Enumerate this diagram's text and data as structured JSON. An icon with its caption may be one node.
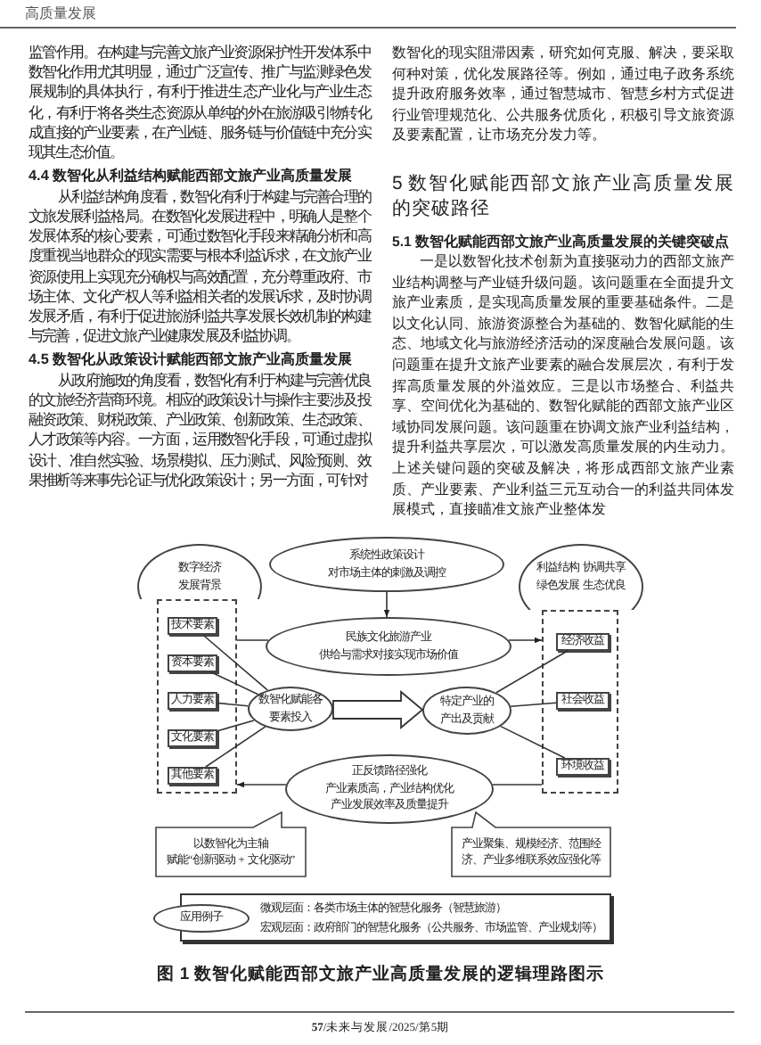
{
  "diagram": {
    "caption": "图 1 数智化赋能西部文旅产业高质量发展的逻辑理路图示",
    "nodes": [
      {
        "text": [
          "数字经济发展背景"
        ]
      },
      {
        "text": [],
        "shape": "box"
      },
      {
        "text": [
          "技术要素"
        ],
        "in": 1
      },
      {
        "text": [
          "资本要素"
        ],
        "in": 1
      },
      {
        "text": [
          "人力要素"
        ],
        "in": 1
      },
      {
        "text": [
          "文化要素"
        ],
        "in": 1
      },
      {
        "text": [
          "其他要素"
        ],
        "in": 1
      },
      {
        "text": [
          "系统性政策设计",
          "对市场主体的刺激及调控"
        ]
      },
      {
        "text": [
          "民族文化旅游产业",
          "供给与需求对接实现市场价值"
        ]
      },
      {
        "text": [
          "数智化赋能各要素投入"
        ]
      },
      {
        "text": [
          "特定产业的产出及贡献"
        ]
      },
      {
        "text": [
          "正反馈路径强化",
          "产业素质高，产业结构优化",
          "产业发展效率及质量提升"
        ]
      },
      {
        "text": [
          "利益结构 协调共享",
          "绿色发展 生态优良"
        ]
      },
      {
        "text": [],
        "shape": "box"
      },
      {
        "text": [
          "经济收益"
        ],
        "in": 13
      },
      {
        "text": [
          "社会收益"
        ],
        "in": 13
      },
      {
        "text": [
          "环境收益"
        ],
        "in": 13
      },
      {
        "text": [
          "以数智化为主轴",
          "赋能“创新驱动 + 文化驱动”"
        ]
      },
      {
        "text": [
          "产业聚集、规模经济、范围经济、产业多维联系效应强化等"
        ]
      },
      {
        "text": [
          "微观层面：各类市场主体的智慧化服务（智慧旅游）",
          "宏观层面：政府部门的智慧化服务（公共服务、市场监管、产业规划等）"
        ]
      },
      {
        "text": [
          "应用例子"
        ]
      }
    ],
    "edges": [
      {
        "from": 7,
        "to": 8,
        "arrow": "to"
      },
      {
        "from": 1,
        "to": 8,
        "arrow": "none"
      },
      {
        "from": 8,
        "to": 13,
        "arrow": "to"
      },
      {
        "from": 2,
        "to": 9,
        "arrow": "none"
      },
      {
        "from": 3,
        "to": 9,
        "arrow": "none"
      },
      {
        "from": 4,
        "to": 9,
        "arrow": "none"
      },
      {
        "from": 5,
        "to": 9,
        "arrow": "none"
      },
      {
        "from": 6,
        "to": 9,
        "arrow": "none"
      },
      {
        "from": 9,
        "to": 10,
        "arrow": "to",
        "style": "thick"
      },
      {
        "from": 10,
        "to": 14,
        "arrow": "none"
      },
      {
        "from": 10,
        "to": 15,
        "arrow": "none"
      },
      {
        "from": 10,
        "to": 16,
        "arrow": "none"
      },
      {
        "from": 13,
        "to": 11,
        "arrow": "none"
      },
      {
        "from": 11,
        "to": 1,
        "arrow": "to"
      }
    ],
    "labels": [
      "高质量发展",
      "监管作用。在构建与完善文旅产业资源保护性开发体系中数智化作用尤其明显，通过广泛宣传、推广与监测绿色发展规制的具体执行，有利于推进生态产业化与产业生态化，有利于将各类生态资源从单纯的外在旅游吸引物转化成直接的产业要素，在产业链、服务链与价值链中充分实现其生态价值。",
      "4.4 数智化从利益结构赋能西部文旅产业高质量发展",
      "从利益结构角度看，数智化有利于构建与完善合理的文旅发展利益格局。在数智化发展进程中，明确人是整个发展体系的核心要素，可通过数智化手段来精确分析和高度重视当地群众的现实需要与根本利益诉求，在文旅产业资源使用上实现充分确权与高效配置，充分尊重政府、市场主体、文化产权人等利益相关者的发展诉求，及时协调发展矛盾，有利于促进旅游利益共享发展长效机制的构建与完善，促进文旅产业健康发展及利益协调。",
      "4.5 数智化从政策设计赋能西部文旅产业高质量发展",
      "从政府施政的角度看，数智化有利于构建与完善优良的文旅经济营商环境。相应的政策设计与操作主要涉及投融资政策、财税政策、产业政策、创新政策、生态政策、人才政策等内容。一方面，运用数智化手段，可通过虚拟设计、准自然实验、场景模拟、压力测试、风险预测、效果推断等来事先论证与优化政策设计；另一方面，可针对",
      "数智化的现实阻滞因素，研究如何克服、解决，要采取何种对策，优化发展路径等。例如，通过电子政务系统提升政府服务效率，通过智慧城市、智慧乡村方式促进行业管理规范化、公共服务优质化，积极引导文旅资源及要素配置，让市场充分发力等。",
      "5 数智化赋能西部文旅产业高质量发展的突破路径",
      "5.1 数智化赋能西部文旅产业高质量发展的关键突破点",
      "一是以数智化技术创新为直接驱动力的西部文旅产业结构调整与产业链升级问题。该问题重在全面提升文旅产业素质，是实现高质量发展的重要基础条件。二是以文化认同、旅游资源整合为基础的、数智化赋能的生态、地域文化与旅游经济活动的深度融合发展问题。该问题重在提升文旅产业要素的融合发展层次，有利于发挥高质量发展的外溢效应。三是以市场整合、利益共享、空间优化为基础的、数智化赋能的西部文旅产业区域协同发展问题。该问题重在协调文旅产业利益结构，提升利益共享层次，可以激发高质量发展的内生动力。上述关键问题的突破及解决，将形成西部文旅产业素质、产业要素、产业利益三元互动合一的利益共同体发展模式，直接瞄准文旅产业整体发",
      "**57**/未来与发展/2025/第5期"
    ]
  }
}
